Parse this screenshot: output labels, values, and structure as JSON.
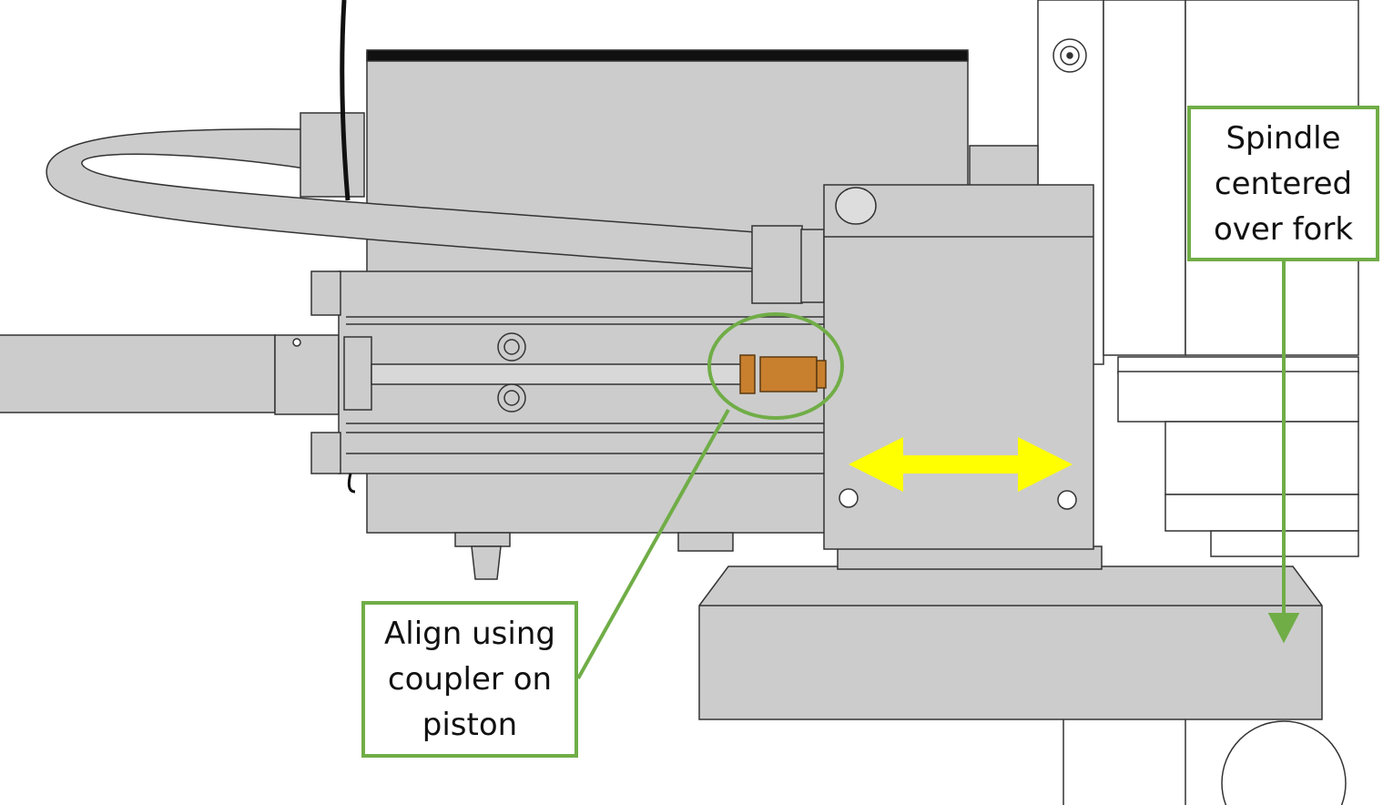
{
  "callouts": {
    "spindle": {
      "lines": [
        "Spindle",
        "centered",
        "over fork"
      ]
    },
    "coupler": {
      "lines": [
        "Align using",
        "coupler on",
        "piston"
      ]
    }
  },
  "colors": {
    "callout_green": "#70ad47",
    "arrow_yellow": "#ffff00",
    "coupler_orange": "#c87f2e",
    "part_grey": "#cccccc"
  }
}
